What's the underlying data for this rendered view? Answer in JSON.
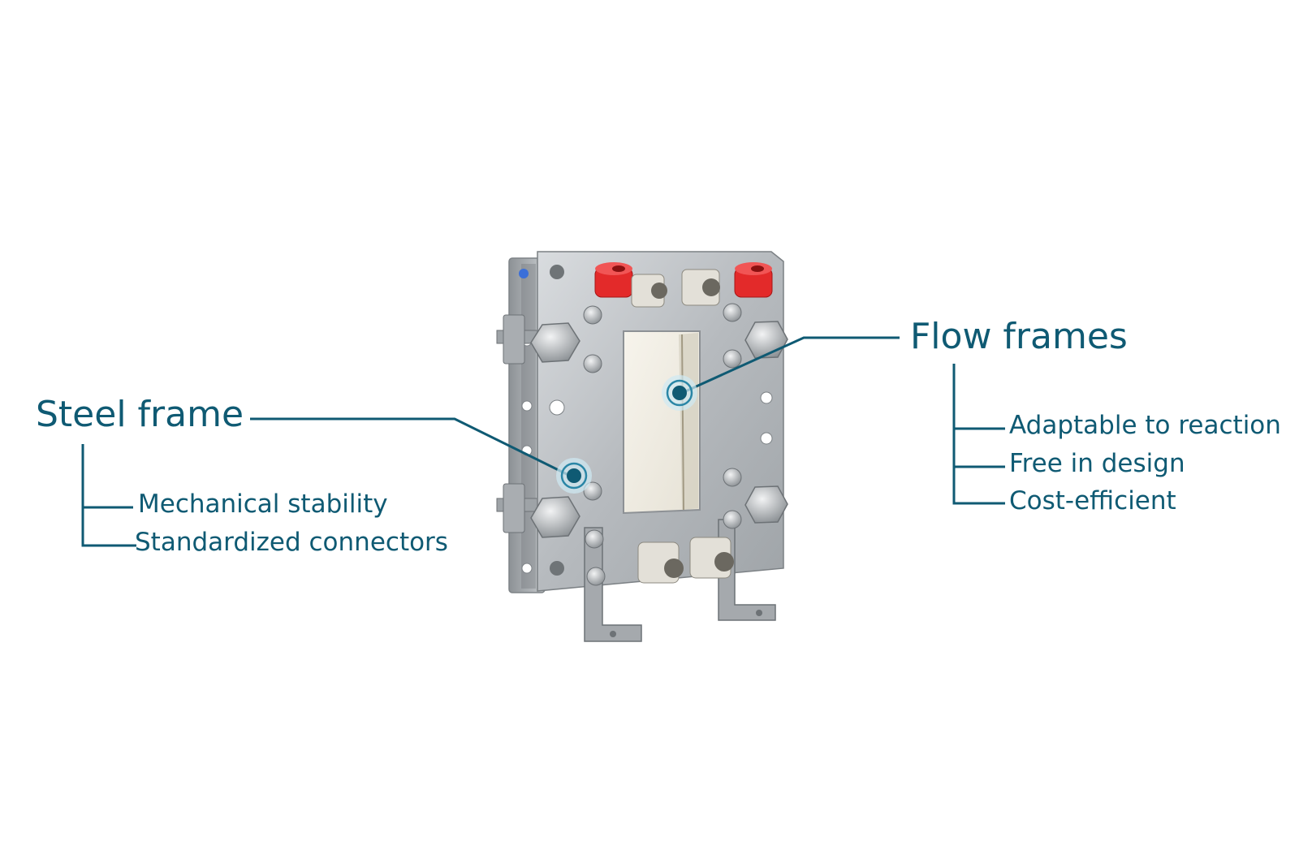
{
  "colors": {
    "accent": "#0f5a73",
    "steel": "#b8bcc0",
    "connector_red": "#e32a2a"
  },
  "steel_frame": {
    "title": "Steel frame",
    "items": [
      "Mechanical stability",
      "Standardized connectors"
    ]
  },
  "flow_frames": {
    "title": "Flow frames",
    "items": [
      "Adaptable to reaction",
      "Free in design",
      "Cost-efficient"
    ]
  }
}
